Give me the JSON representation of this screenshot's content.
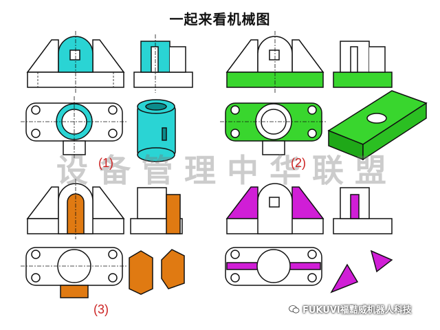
{
  "title": "一起来看机械图",
  "watermark": "设备管理中华联盟",
  "footer": "FUKUVI福黠威机器人科技",
  "labels": {
    "p1": "(1)",
    "p2": "(2)",
    "p3": "(3)"
  },
  "colors": {
    "cyan": "#2ad4d4",
    "green": "#39d62e",
    "orange": "#e07a12",
    "magenta": "#d01ed6",
    "line": "#111111"
  },
  "icons": {
    "footer": "wechat-icon"
  }
}
